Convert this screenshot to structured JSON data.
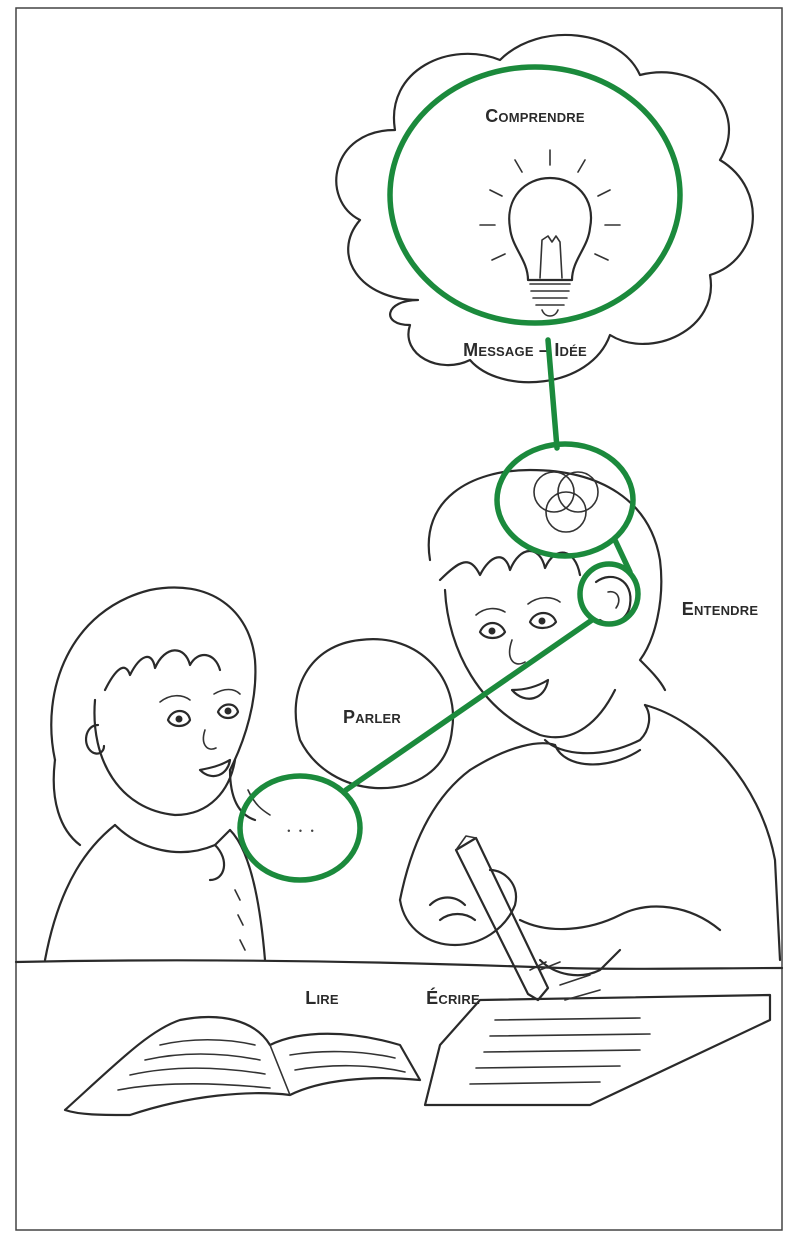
{
  "labels": {
    "comprendre": "Comprendre",
    "message_idee": "Message – Idée",
    "entendre": "Entendre",
    "parler": "Parler",
    "lire": "Lire",
    "ecrire": "Écrire",
    "dots": "• • •"
  },
  "colors": {
    "highlight": "#1b8a3c",
    "ink": "#2a2a2a",
    "paper": "#ffffff"
  }
}
